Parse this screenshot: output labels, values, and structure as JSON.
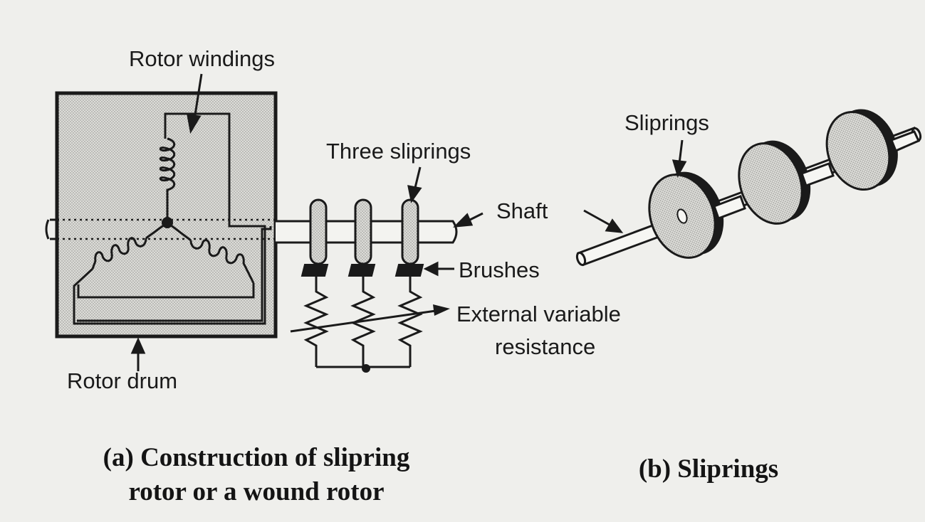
{
  "labels": {
    "rotor_windings": "Rotor windings",
    "three_sliprings": "Three sliprings",
    "shaft": "Shaft",
    "brushes": "Brushes",
    "external_resistance_line1": "External variable",
    "external_resistance_line2": "resistance",
    "rotor_drum": "Rotor drum",
    "sliprings": "Sliprings"
  },
  "captions": {
    "a_line1": "(a) Construction of slipring",
    "a_line2": "rotor or a wound rotor",
    "b": "(b) Sliprings"
  },
  "colors": {
    "background": "#efefec",
    "ink": "#1a1a1a",
    "fill": "#d8d8d4"
  }
}
